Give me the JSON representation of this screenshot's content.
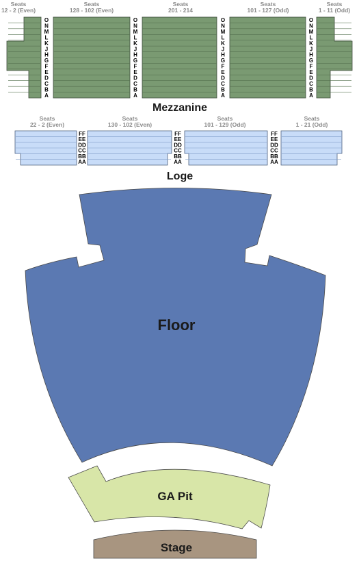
{
  "colors": {
    "mezzanine": "#7a9a72",
    "loge": "#c8dcf8",
    "floor": "#5b79b2",
    "ga_pit": "#d8e6a8",
    "stage": "#a89580"
  },
  "mezzanine": {
    "title": "Mezzanine",
    "seat_blocks": [
      {
        "line1": "Seats",
        "line2": "12 - 2 (Even)"
      },
      {
        "line1": "Seats",
        "line2": "128 - 102 (Even)"
      },
      {
        "line1": "Seats",
        "line2": "201 - 214"
      },
      {
        "line1": "Seats",
        "line2": "101 - 127 (Odd)"
      },
      {
        "line1": "Seats",
        "line2": "1 - 11 (Odd)"
      }
    ],
    "rows": [
      "O",
      "N",
      "M",
      "L",
      "K",
      "J",
      "H",
      "G",
      "F",
      "E",
      "D",
      "C",
      "B",
      "A"
    ]
  },
  "loge": {
    "title": "Loge",
    "seat_blocks": [
      {
        "line1": "Seats",
        "line2": "22 - 2 (Even)"
      },
      {
        "line1": "Seats",
        "line2": "130 - 102 (Even)"
      },
      {
        "line1": "Seats",
        "line2": "101 - 129 (Odd)"
      },
      {
        "line1": "Seats",
        "line2": "1 - 21 (Odd)"
      }
    ],
    "rows": [
      "FF",
      "EE",
      "DD",
      "CC",
      "BB",
      "AA"
    ]
  },
  "floor": {
    "label": "Floor"
  },
  "ga_pit": {
    "label": "GA Pit"
  },
  "stage": {
    "label": "Stage"
  }
}
